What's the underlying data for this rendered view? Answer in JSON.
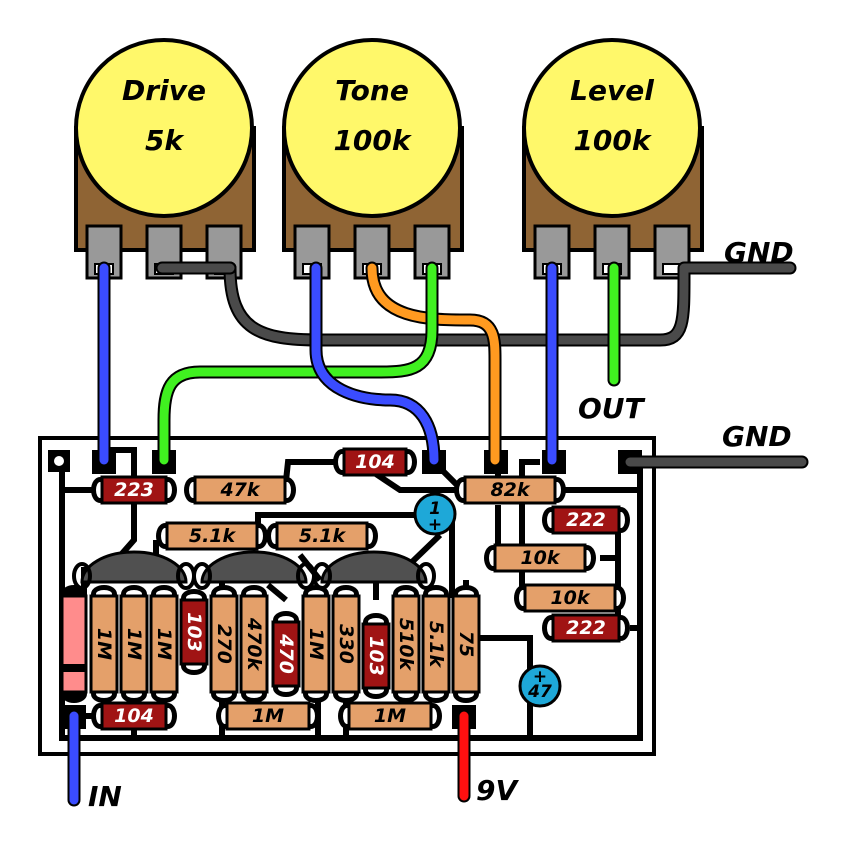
{
  "diagram": {
    "title": "Overdrive pedal stripboard layout",
    "colors": {
      "pot_knob": "#fff86a",
      "pot_body": "#8f6434",
      "pot_lug": "#999999",
      "resistor": "#e4a06a",
      "ceramic_cap": "#a01414",
      "electrolytic_cap": "#1ea8d8",
      "transistor": "#505050",
      "diode": "#ff8c8c",
      "wire_blue": "#3a4cff",
      "wire_green": "#40f020",
      "wire_orange": "#ff9a20",
      "wire_gray": "#4a4a4a",
      "wire_red": "#ff1010"
    },
    "pots": [
      {
        "name": "Drive",
        "value": "5k"
      },
      {
        "name": "Tone",
        "value": "100k"
      },
      {
        "name": "Level",
        "value": "100k"
      }
    ],
    "labels": {
      "gnd_top": "GND",
      "gnd_board": "GND",
      "out": "OUT",
      "in": "IN",
      "power": "9V"
    },
    "components": {
      "c_223": "223",
      "r_47k": "47k",
      "c_104_top": "104",
      "r_82k": "82k",
      "c_222_a": "222",
      "r_51k_a": "5.1k",
      "r_51k_b": "5.1k",
      "ecap_1": "1",
      "r_10k_a": "10k",
      "r_10k_b": "10k",
      "c_222_b": "222",
      "r_1M_a": "1M",
      "r_1M_b": "1M",
      "r_1M_c": "1M",
      "c_103_a": "103",
      "r_270": "270",
      "r_470k": "470k",
      "c_470": "470",
      "r_1M_d": "1M",
      "r_330": "330",
      "c_103_b": "103",
      "r_510k": "510k",
      "r_51k_c": "5.1k",
      "r_75": "75",
      "ecap_47": "47",
      "c_104_bottom": "104",
      "r_1M_e": "1M",
      "r_1M_f": "1M",
      "plus": "+"
    }
  }
}
